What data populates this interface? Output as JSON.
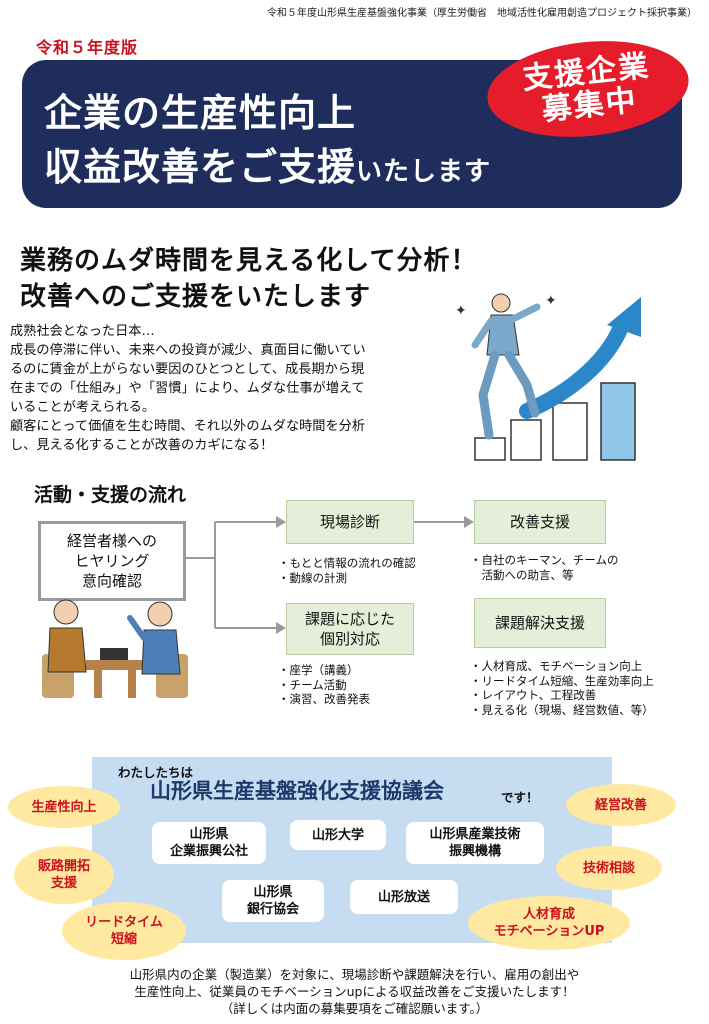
{
  "header": {
    "note": "令和５年度山形県生産基盤強化事業（厚生労働省　地域活性化雇用創造プロジェクト採択事業）",
    "edition": "令和５年度版"
  },
  "banner": {
    "line1": "企業の生産性向上",
    "line2_main": "収益改善をご支援",
    "line2_small": "いたします",
    "badge_line1": "支援企業",
    "badge_line2": "募集中",
    "colors": {
      "navy": "#1f2d5c",
      "red": "#e51d2a"
    }
  },
  "headline": {
    "line1": "業務のムダ時間を見える化して分析！",
    "line2": "改善へのご支援をいたします"
  },
  "intro": [
    "成熟社会となった日本…",
    "成長の停滞に伴い、未来への投資が減少、真面目に働いてい",
    "るのに賃金が上がらない要因のひとつとして、成長期から現",
    "在までの「仕組み」や「習慣」により、ムダな仕事が増えて",
    "いることが考えられる。",
    "顧客にとって価値を生む時間、それ以外のムダな時間を分析",
    "し、見える化することが改善のカギになる！"
  ],
  "flow": {
    "title": "活動・支援の流れ",
    "hearing": [
      "経営者様への",
      "ヒヤリング",
      "意向確認"
    ],
    "step_diag": "現場診断",
    "step_diag_bullets": [
      "・もとと情報の流れの確認",
      "・動線の計測"
    ],
    "step_improve": "改善支援",
    "step_improve_bullets": [
      "・自社のキーマン、チームの",
      "　活動への助言、等"
    ],
    "step_individual": [
      "課題に応じた",
      "個別対応"
    ],
    "step_individual_bullets": [
      "・座学（講義）",
      "・チーム活動",
      "・演習、改善発表"
    ],
    "step_solve": "課題解決支援",
    "step_solve_bullets": [
      "・人材育成、モチベーション向上",
      "・リードタイム短縮、生産効率向上",
      "・レイアウト、工程改善",
      "・見える化（現場、経営数値、等）"
    ]
  },
  "council": {
    "we": "わたしたちは",
    "name": "山形県生産基盤強化支援協議会",
    "desu": "です！",
    "org1": [
      "山形県",
      "企業振興公社"
    ],
    "org2": "山形大学",
    "org3": [
      "山形県産業技術",
      "振興機構"
    ],
    "org4": [
      "山形県",
      "銀行協会"
    ],
    "org5": "山形放送"
  },
  "bubbles": {
    "productivity": "生産性向上",
    "sales": [
      "販路開拓",
      "支援"
    ],
    "leadtime": [
      "リードタイム",
      "短縮"
    ],
    "management": "経営改善",
    "tech": "技術相談",
    "hr": [
      "人材育成",
      "モチベーションUP"
    ]
  },
  "footer": [
    "山形県内の企業（製造業）を対象に、現場診断や課題解決を行い、雇用の創出や",
    "生産性向上、従業員のモチベーションupによる収益改善をご支援いたします！",
    "（詳しくは内面の募集要項をご確認願います。）"
  ]
}
